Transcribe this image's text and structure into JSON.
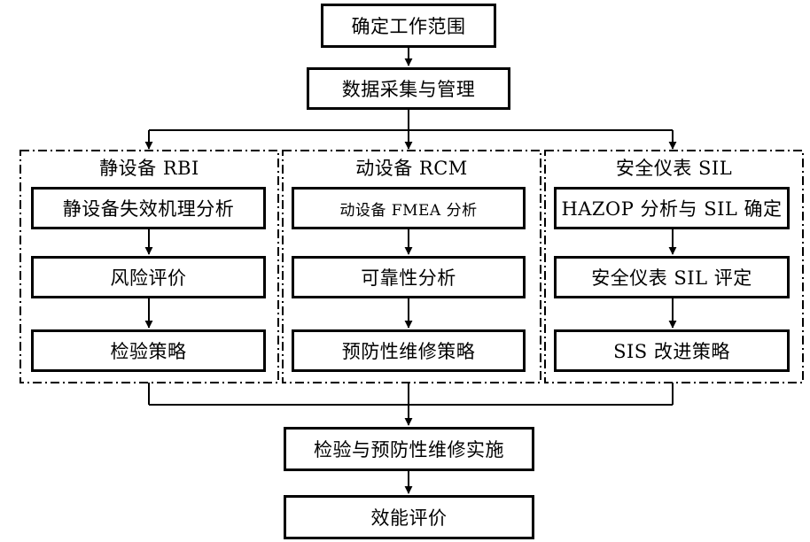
{
  "top": {
    "scope": "确定工作范围",
    "data": "数据采集与管理"
  },
  "groups": [
    {
      "title": "静设备 RBI",
      "steps": [
        "静设备失效机理分析",
        "风险评价",
        "检验策略"
      ]
    },
    {
      "title": "动设备 RCM",
      "steps": [
        "动设备 FMEA 分析",
        "可靠性分析",
        "预防性维修策略"
      ]
    },
    {
      "title": "安全仪表 SIL",
      "steps": [
        "HAZOP 分析与 SIL 确定",
        "安全仪表 SIL 评定",
        "SIS 改进策略"
      ]
    }
  ],
  "bottom": {
    "implement": "检验与预防性维修实施",
    "evaluate": "效能评价"
  }
}
